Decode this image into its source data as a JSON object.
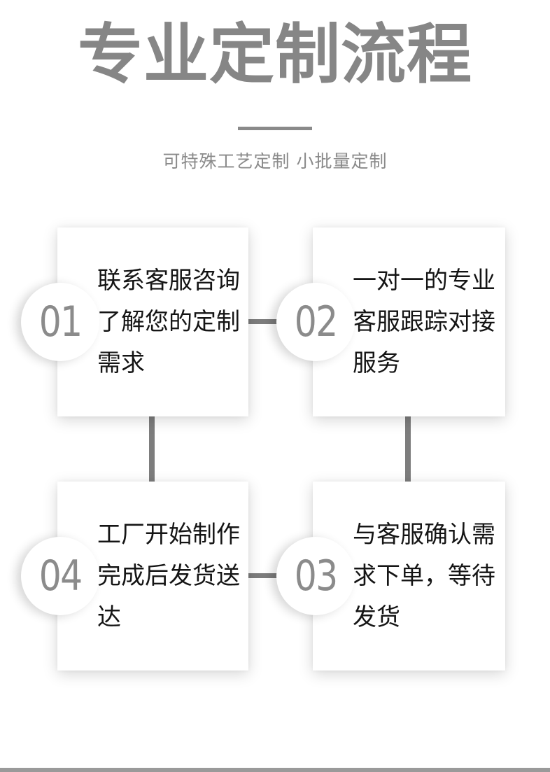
{
  "header": {
    "title": "专业定制流程",
    "subtitle": "可特殊工艺定制 小批量定制"
  },
  "steps": [
    {
      "number": "01",
      "lines": [
        "联系客服咨询",
        "了解您的定制",
        "需求"
      ]
    },
    {
      "number": "02",
      "lines": [
        "一对一的专业",
        "客服跟踪对接",
        "服务"
      ]
    },
    {
      "number": "04",
      "lines": [
        "工厂开始制作",
        "完成后发货送",
        "达"
      ]
    },
    {
      "number": "03",
      "lines": [
        "与客服确认需",
        "求下单，等待",
        "发货"
      ]
    }
  ],
  "colors": {
    "title_color": "#868686",
    "divider_color": "#8a8a8a",
    "subtitle_color": "#8a8a8a",
    "step_text_color": "#151515",
    "number_color": "#8b8b8b",
    "connector_color": "#7d7d7d",
    "bottom_bar_color": "#9a9a9a",
    "card_bg": "#ffffff"
  }
}
